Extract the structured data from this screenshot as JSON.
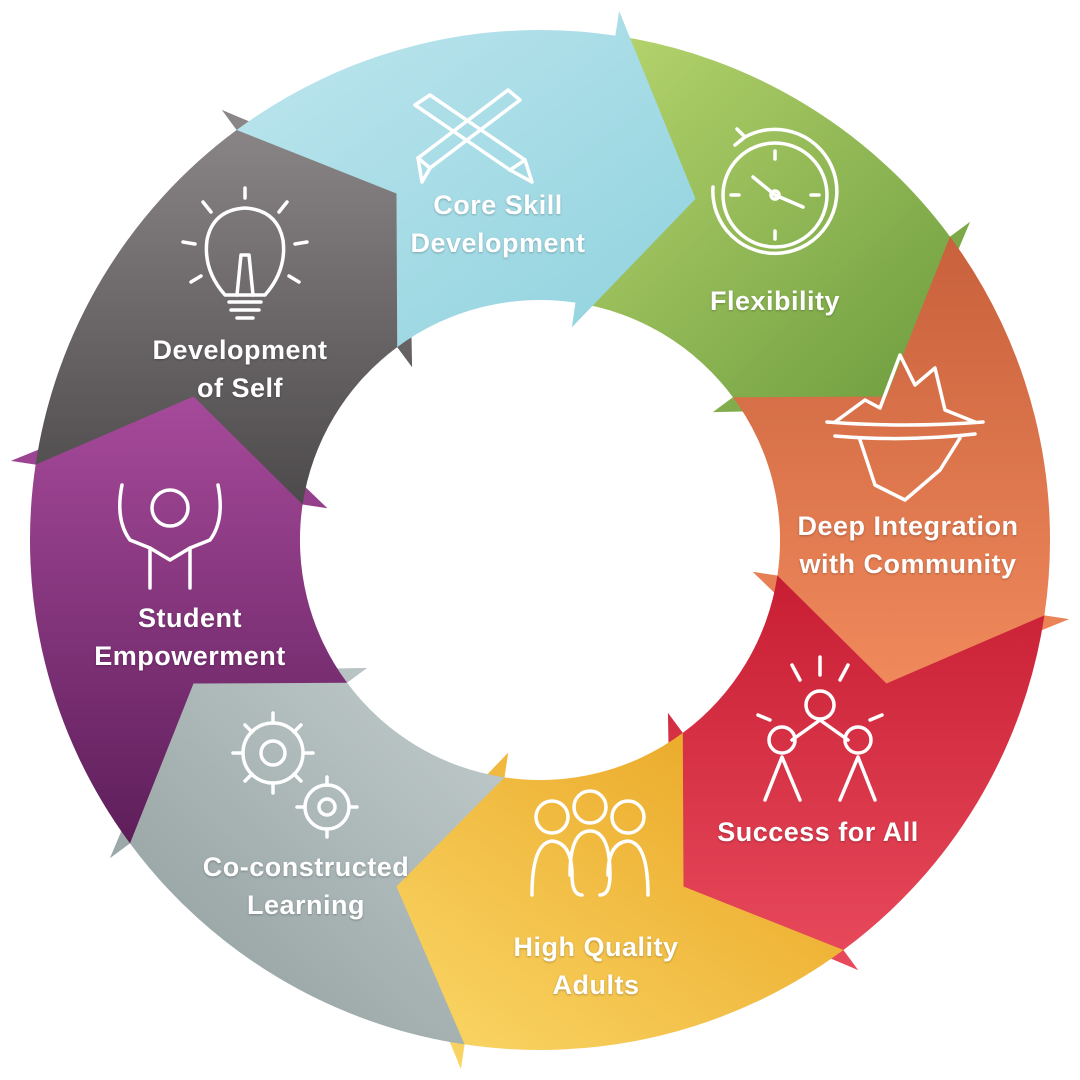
{
  "segments": [
    {
      "id": "core-skill",
      "lines": [
        "Core Skill",
        "Development"
      ],
      "color": "#a8dde6",
      "icon": "crossed-pencils-icon"
    },
    {
      "id": "flexibility",
      "lines": [
        "Flexibility"
      ],
      "color": "#9fc85a",
      "icon": "clock-icon"
    },
    {
      "id": "deep-integration",
      "lines": [
        "Deep Integration",
        "with Community"
      ],
      "color": "#ee8057",
      "icon": "iceberg-icon"
    },
    {
      "id": "success",
      "lines": [
        "Success for All"
      ],
      "color": "#e23d52",
      "icon": "cheering-group-icon"
    },
    {
      "id": "high-quality",
      "lines": [
        "High Quality",
        "Adults"
      ],
      "color": "#f6c84a",
      "icon": "three-people-icon"
    },
    {
      "id": "co-constructed",
      "lines": [
        "Co-constructed",
        "Learning"
      ],
      "color": "#aab7b8",
      "icon": "gears-icon"
    },
    {
      "id": "empowerment",
      "lines": [
        "Student",
        "Empowerment"
      ],
      "color": "#9b3c8e",
      "icon": "raised-arms-person-icon"
    },
    {
      "id": "self",
      "lines": [
        "Development",
        "of Self"
      ],
      "color": "#7c7778",
      "icon": "lightbulb-icon"
    }
  ]
}
